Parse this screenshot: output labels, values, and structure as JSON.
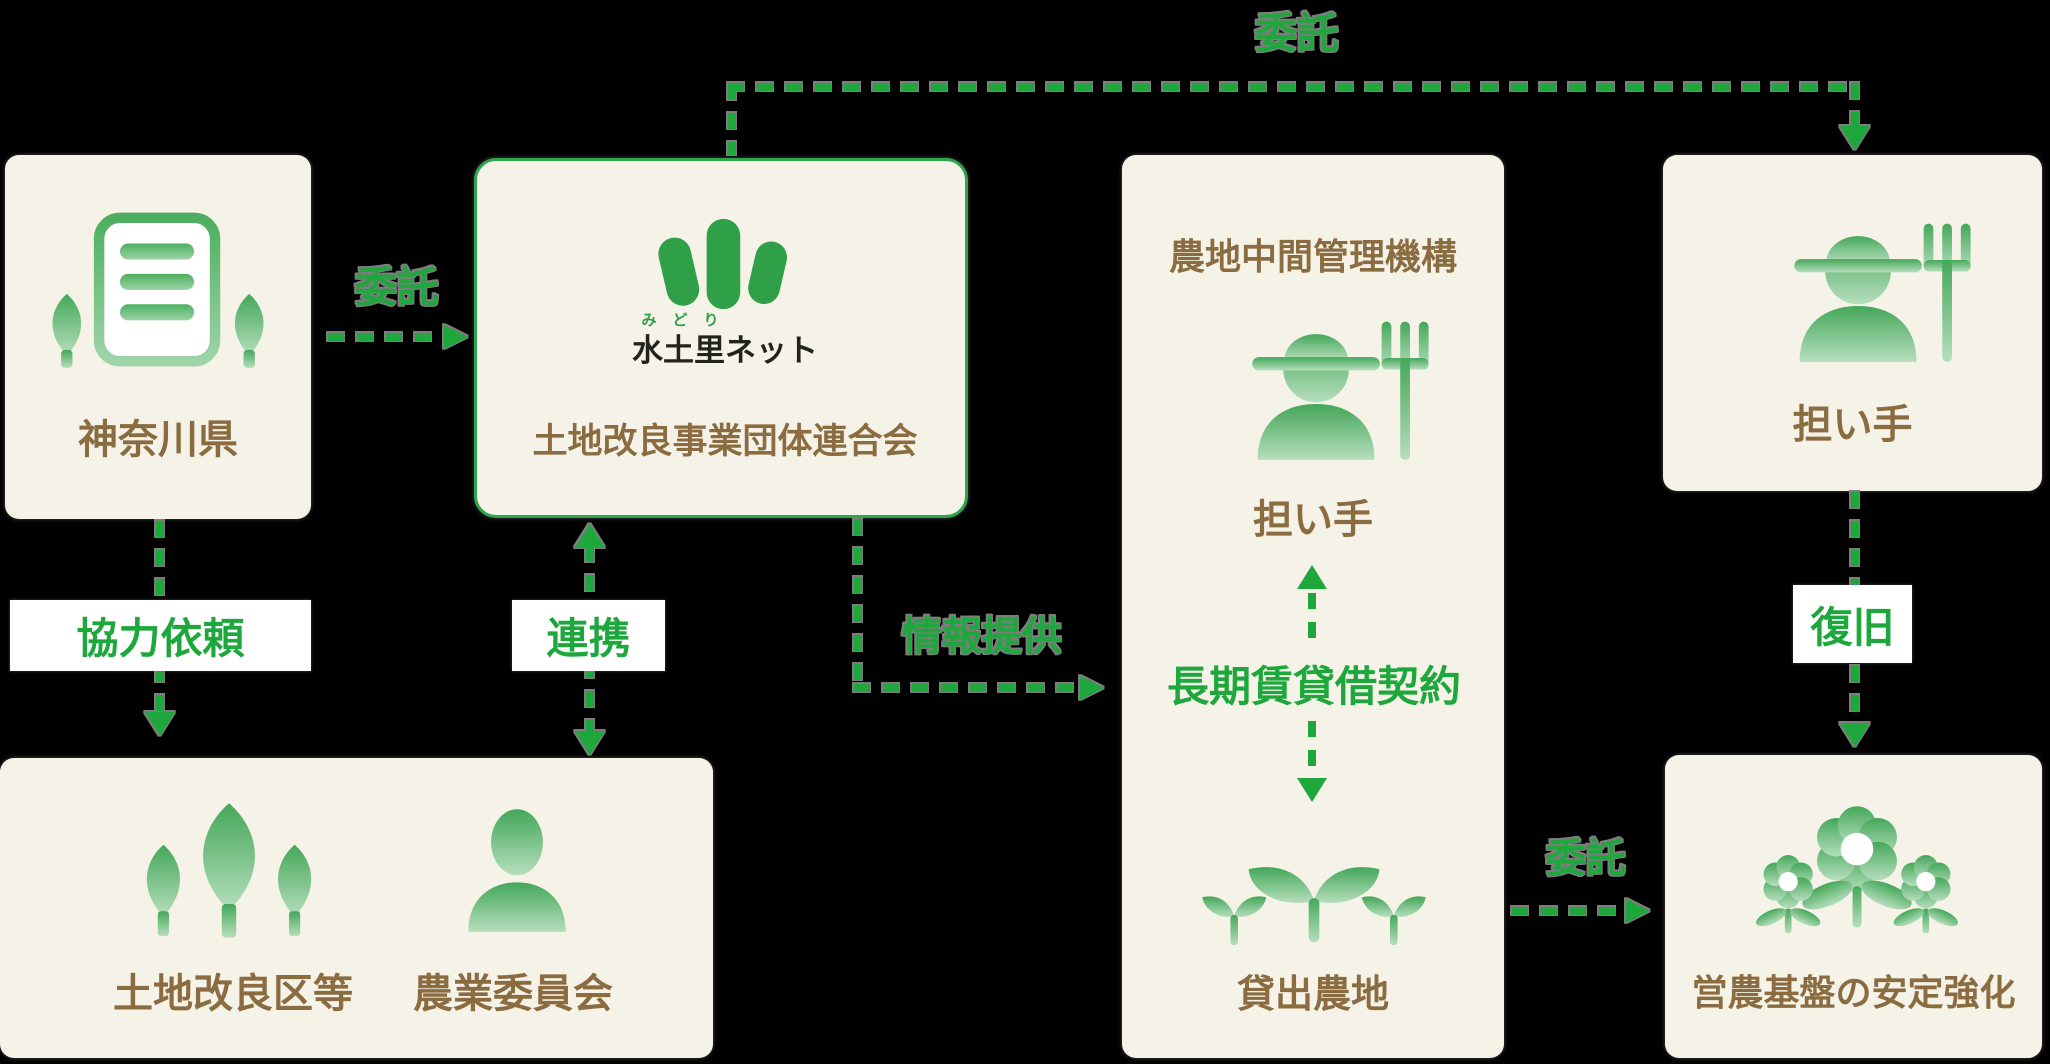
{
  "colors": {
    "background": "#000000",
    "panel": "#f5f2e7",
    "panel_border_green": "#2ea44b",
    "arrow_green": "#1ea73c",
    "label_brown": "#8a6c40",
    "halo_gray": "#7d7d7d",
    "white": "#ffffff",
    "icon_green_top": "#44a759",
    "icon_green_bottom": "#b6debd",
    "logo_green": "#2f9f48",
    "logo_text_black": "#23231d"
  },
  "boxes": {
    "kanagawa": {
      "label": "神奈川県",
      "icon": "government-building-icon"
    },
    "rengoukai": {
      "logo_furigana": "みどり",
      "logo_text": "水土里ネット",
      "label": "土地改良事業団体連合会",
      "icon": "midori-net-logo"
    },
    "kikou": {
      "title": "農地中間管理機構",
      "farmer_label": "担い手",
      "contract_label": "長期賃貸借契約",
      "farmland_label": "貸出農地",
      "icons": [
        "farmer-icon",
        "sprouts-icon"
      ]
    },
    "ninaite": {
      "label": "担い手",
      "icon": "farmer-icon"
    },
    "bottom_left": {
      "label_left": "土地改良区等",
      "label_right": "農業委員会",
      "icons": [
        "trees-icon",
        "person-icon"
      ]
    },
    "bottom_right": {
      "label": "営農基盤の安定強化",
      "icon": "flowers-icon"
    }
  },
  "connectors": {
    "top_itaku": {
      "label": "委託",
      "from": "土地改良事業団体連合会",
      "to": "担い手",
      "style": "dashed"
    },
    "left_itaku": {
      "label": "委託",
      "from": "神奈川県",
      "to": "土地改良事業団体連合会",
      "style": "dashed"
    },
    "kyouryoku": {
      "label": "協力依頼",
      "from": "神奈川県",
      "to": "土地改良区等・農業委員会",
      "style": "dashed"
    },
    "renkei": {
      "label": "連携",
      "from": "土地改良事業団体連合会",
      "to": "土地改良区等・農業委員会",
      "style": "dashed-both"
    },
    "jouhou": {
      "label": "情報提供",
      "from": "土地改良事業団体連合会",
      "to": "農地中間管理機構",
      "style": "dashed"
    },
    "choki": {
      "label": "長期賃貸借契約",
      "from": "担い手",
      "to": "貸出農地",
      "style": "dashed-both"
    },
    "fukkyuu": {
      "label": "復旧",
      "from": "担い手",
      "to": "営農基盤の安定強化",
      "style": "dashed"
    },
    "bottom_itaku": {
      "label": "委託",
      "from": "貸出農地",
      "to": "営農基盤の安定強化",
      "style": "dashed"
    }
  }
}
